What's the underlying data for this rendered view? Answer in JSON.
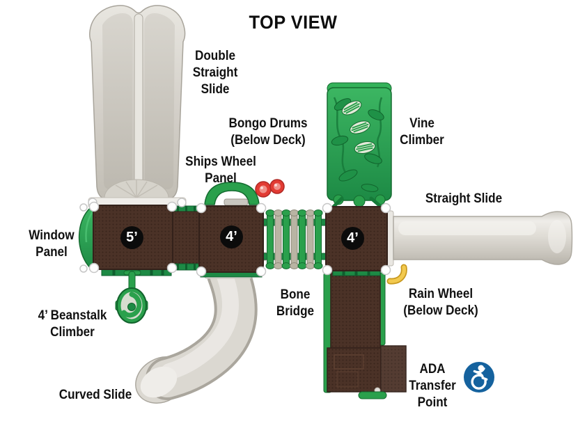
{
  "title": "TOP VIEW",
  "labels": {
    "double_straight_slide": "Double\nStraight\nSlide",
    "bongo_drums": "Bongo Drums\n(Below Deck)",
    "vine_climber": "Vine\nClimber",
    "ships_wheel_panel": "Ships Wheel\nPanel",
    "straight_slide": "Straight Slide",
    "window_panel": "Window\nPanel",
    "bone_bridge": "Bone\nBridge",
    "rain_wheel": "Rain Wheel\n(Below Deck)",
    "beanstalk_climber": "4’ Beanstalk\nClimber",
    "curved_slide": "Curved Slide",
    "ada_transfer_point": "ADA\nTransfer\nPoint"
  },
  "decks": {
    "left": "5’",
    "middle": "4’",
    "right": "4’"
  },
  "icons": {
    "ada": "ada-accessibility-icon"
  },
  "colors": {
    "deck_brown": "#4b3227",
    "deck_dot": "#38241b",
    "equipment_green": "#2aa04c",
    "equipment_green_dark": "#156b30",
    "rail_green": "#1d8a45",
    "slide_beige": "#dbd8d1",
    "slide_edge": "#a9a59c",
    "bone_gray": "#b9b4a3",
    "bongo_red": "#e23b33",
    "rain_wheel_yellow": "#f2c94e",
    "ada_blue": "#15629e",
    "badge_black": "#0b0b0b",
    "label_text": "#111111"
  }
}
